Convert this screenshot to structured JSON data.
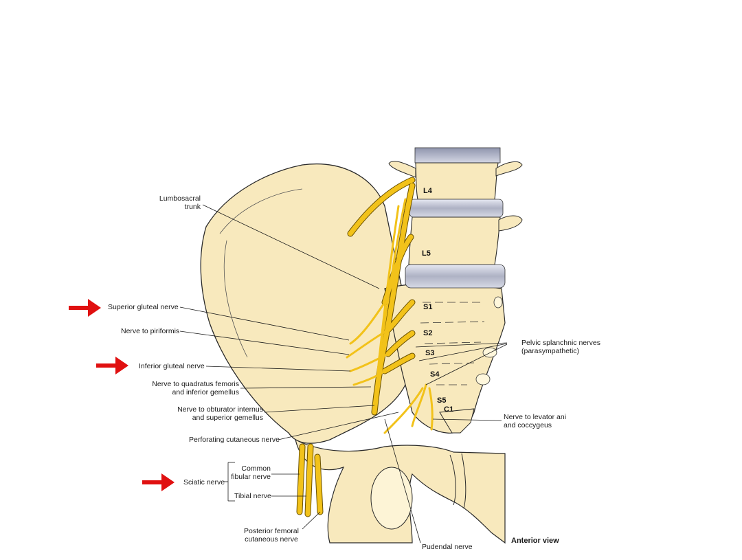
{
  "labels": {
    "lumbosacral_1": "Lumbosacral",
    "lumbosacral_2": "trunk",
    "superior_gluteal": "Superior gluteal nerve",
    "piriformis": "Nerve to piriformis",
    "inferior_gluteal": "Inferior gluteal nerve",
    "quadratus_1": "Nerve to quadratus femoris",
    "quadratus_2": "and inferior gemellus",
    "obturator_1": "Nerve to obturator internus",
    "obturator_2": "and superior gemellus",
    "perforating": "Perforating cutaneous nerve",
    "common_fibular_1": "Common",
    "common_fibular_2": "fibular nerve",
    "sciatic": "Sciatic nerve",
    "tibial": "Tibial nerve",
    "posterior_femoral_1": "Posterior femoral",
    "posterior_femoral_2": "cutaneous nerve",
    "pudendal": "Pudendal nerve",
    "pelvic_splanchnic_1": "Pelvic splanchnic nerves",
    "pelvic_splanchnic_2": "(parasympathetic)",
    "levator_1": "Nerve to levator ani",
    "levator_2": "and coccygeus",
    "anterior_view": "Anterior view"
  },
  "vertebrae": {
    "L4": "L4",
    "L5": "L5",
    "S1": "S1",
    "S2": "S2",
    "S3": "S3",
    "S4": "S4",
    "S5": "S5",
    "C1": "C1"
  },
  "colors": {
    "bone": "#f8e9bd",
    "bone_outline": "#2a2a2a",
    "nerve": "#f2c21a",
    "nerve_outline": "#6b5200",
    "disc": "#b9bccb",
    "arrow": "#e01010"
  },
  "icons": [
    "red-arrow-icon"
  ]
}
